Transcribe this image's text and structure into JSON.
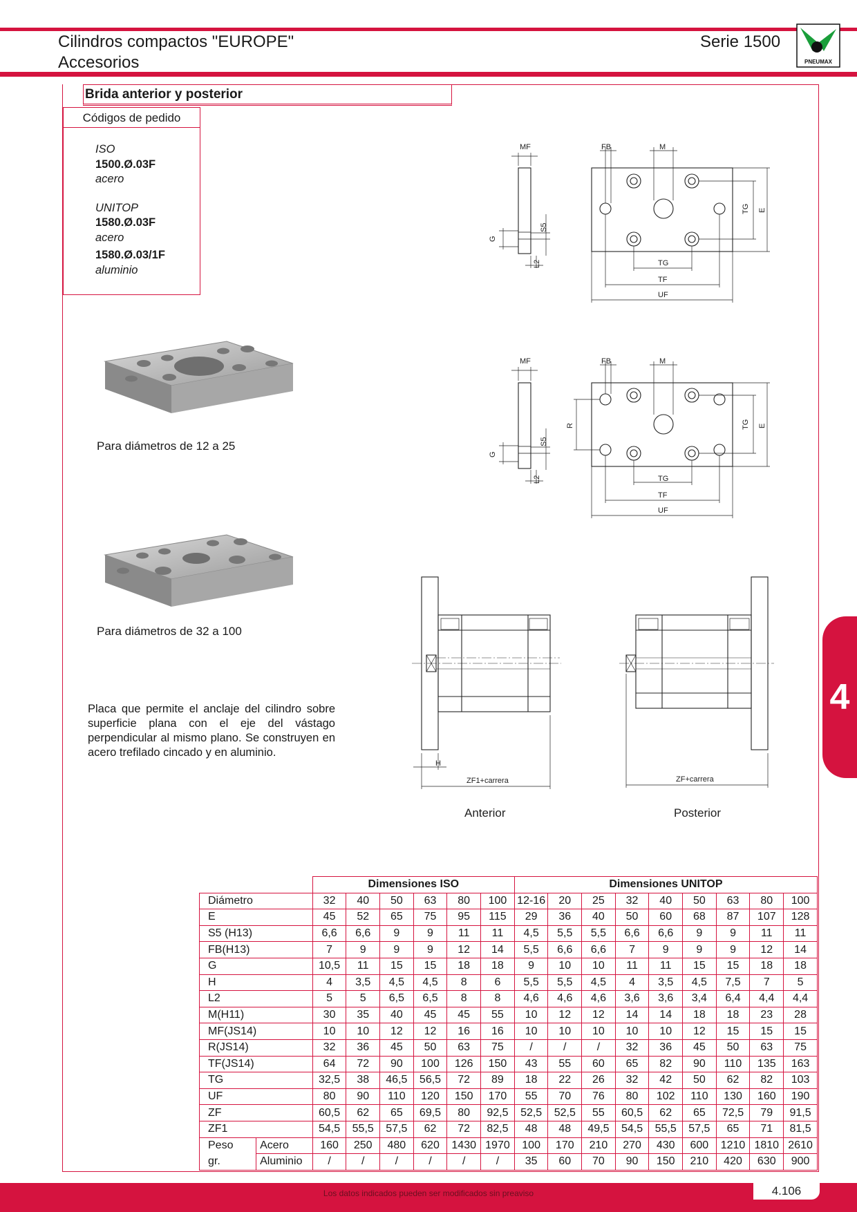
{
  "header": {
    "title_line1": "Cilindros compactos \"EUROPE\"",
    "title_line2": "Accesorios",
    "series": "Serie 1500",
    "logo_text": "PNEUMAX"
  },
  "section": {
    "title": "Brida anterior y posterior",
    "order_codes_title": "Códigos de pedido",
    "codes": [
      {
        "group": "ISO",
        "code": "1500.Ø.03F",
        "material": "acero"
      },
      {
        "group": "UNITOP",
        "code": "1580.Ø.03F",
        "material": "acero"
      },
      {
        "group": "",
        "code": "1580.Ø.03/1F",
        "material": "aluminio"
      }
    ]
  },
  "photos": {
    "caption1": "Para diámetros de 12 a 25",
    "caption2": "Para diámetros de 32 a 100"
  },
  "description": "Placa que permite el anclaje del cilindro sobre superficie plana con el eje del vástago perpendicular al mismo plano. Se construyen en acero trefilado cincado y en aluminio.",
  "drawing_labels": {
    "MF": "MF",
    "FB": "FB",
    "M": "M",
    "G": "G",
    "S5": "S5",
    "L2": "L2",
    "TG": "TG",
    "TF": "TF",
    "UF": "UF",
    "E": "E",
    "R": "R",
    "H": "H",
    "zf1": "ZF1+carrera",
    "zf": "ZF+carrera",
    "anterior": "Anterior",
    "posterior": "Posterior"
  },
  "table": {
    "group_iso": "Dimensiones ISO",
    "group_unitop": "Dimensiones UNITOP",
    "rows": [
      {
        "label": "Diámetro",
        "iso": [
          "32",
          "40",
          "50",
          "63",
          "80",
          "100"
        ],
        "unitop": [
          "12-16",
          "20",
          "25",
          "32",
          "40",
          "50",
          "63",
          "80",
          "100"
        ]
      },
      {
        "label": "E",
        "iso": [
          "45",
          "52",
          "65",
          "75",
          "95",
          "115"
        ],
        "unitop": [
          "29",
          "36",
          "40",
          "50",
          "60",
          "68",
          "87",
          "107",
          "128"
        ]
      },
      {
        "label": "S5 (H13)",
        "iso": [
          "6,6",
          "6,6",
          "9",
          "9",
          "11",
          "11"
        ],
        "unitop": [
          "4,5",
          "5,5",
          "5,5",
          "6,6",
          "6,6",
          "9",
          "9",
          "11",
          "11"
        ]
      },
      {
        "label": "FB(H13)",
        "iso": [
          "7",
          "9",
          "9",
          "9",
          "12",
          "14"
        ],
        "unitop": [
          "5,5",
          "6,6",
          "6,6",
          "7",
          "9",
          "9",
          "9",
          "12",
          "14"
        ]
      },
      {
        "label": "G",
        "iso": [
          "10,5",
          "11",
          "15",
          "15",
          "18",
          "18"
        ],
        "unitop": [
          "9",
          "10",
          "10",
          "11",
          "11",
          "15",
          "15",
          "18",
          "18"
        ]
      },
      {
        "label": "H",
        "iso": [
          "4",
          "3,5",
          "4,5",
          "4,5",
          "8",
          "6"
        ],
        "unitop": [
          "5,5",
          "5,5",
          "4,5",
          "4",
          "3,5",
          "4,5",
          "7,5",
          "7",
          "5"
        ]
      },
      {
        "label": "L2",
        "iso": [
          "5",
          "5",
          "6,5",
          "6,5",
          "8",
          "8"
        ],
        "unitop": [
          "4,6",
          "4,6",
          "4,6",
          "3,6",
          "3,6",
          "3,4",
          "6,4",
          "4,4",
          "4,4"
        ]
      },
      {
        "label": "M(H11)",
        "iso": [
          "30",
          "35",
          "40",
          "45",
          "45",
          "55"
        ],
        "unitop": [
          "10",
          "12",
          "12",
          "14",
          "14",
          "18",
          "18",
          "23",
          "28"
        ]
      },
      {
        "label": "MF(JS14)",
        "iso": [
          "10",
          "10",
          "12",
          "12",
          "16",
          "16"
        ],
        "unitop": [
          "10",
          "10",
          "10",
          "10",
          "10",
          "12",
          "15",
          "15",
          "15"
        ]
      },
      {
        "label": "R(JS14)",
        "iso": [
          "32",
          "36",
          "45",
          "50",
          "63",
          "75"
        ],
        "unitop": [
          "/",
          "/",
          "/",
          "32",
          "36",
          "45",
          "50",
          "63",
          "75"
        ]
      },
      {
        "label": "TF(JS14)",
        "iso": [
          "64",
          "72",
          "90",
          "100",
          "126",
          "150"
        ],
        "unitop": [
          "43",
          "55",
          "60",
          "65",
          "82",
          "90",
          "110",
          "135",
          "163"
        ]
      },
      {
        "label": "TG",
        "iso": [
          "32,5",
          "38",
          "46,5",
          "56,5",
          "72",
          "89"
        ],
        "unitop": [
          "18",
          "22",
          "26",
          "32",
          "42",
          "50",
          "62",
          "82",
          "103"
        ]
      },
      {
        "label": "UF",
        "iso": [
          "80",
          "90",
          "110",
          "120",
          "150",
          "170"
        ],
        "unitop": [
          "55",
          "70",
          "76",
          "80",
          "102",
          "110",
          "130",
          "160",
          "190"
        ]
      },
      {
        "label": "ZF",
        "iso": [
          "60,5",
          "62",
          "65",
          "69,5",
          "80",
          "92,5"
        ],
        "unitop": [
          "52,5",
          "52,5",
          "55",
          "60,5",
          "62",
          "65",
          "72,5",
          "79",
          "91,5"
        ]
      },
      {
        "label": "ZF1",
        "iso": [
          "54,5",
          "55,5",
          "57,5",
          "62",
          "72",
          "82,5"
        ],
        "unitop": [
          "48",
          "48",
          "49,5",
          "54,5",
          "55,5",
          "57,5",
          "65",
          "71",
          "81,5"
        ]
      }
    ],
    "weight": {
      "label1": "Peso",
      "label2": "gr.",
      "sub1": "Acero",
      "sub2": "Aluminio",
      "acero_iso": [
        "160",
        "250",
        "480",
        "620",
        "1430",
        "1970"
      ],
      "acero_unitop": [
        "100",
        "170",
        "210",
        "270",
        "430",
        "600",
        "1210",
        "1810",
        "2610"
      ],
      "aluminio_iso": [
        "/",
        "/",
        "/",
        "/",
        "/",
        "/"
      ],
      "aluminio_unitop": [
        "35",
        "60",
        "70",
        "90",
        "150",
        "210",
        "420",
        "630",
        "900"
      ]
    }
  },
  "side_tab": "4",
  "footer": {
    "note": "Los datos indicados pueden ser modificados sin preaviso",
    "page": "4.106"
  }
}
